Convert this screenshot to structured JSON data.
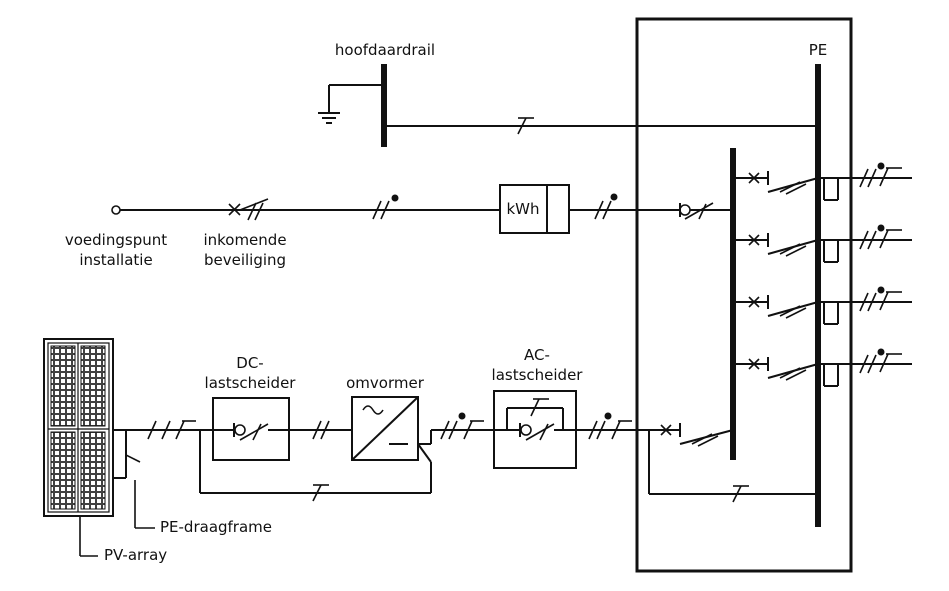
{
  "labels": {
    "hoofdaardrail": "hoofdaardrail",
    "pe": "PE",
    "voedingspunt": "voedingspunt",
    "installatie": "installatie",
    "inkomende": "inkomende",
    "beveiliging": "beveiliging",
    "kwh": "kWh",
    "dc_line1": "DC-",
    "dc_line2": "lastscheider",
    "omvormer": "omvormer",
    "ac_line1": "AC-",
    "ac_line2": "lastscheider",
    "pe_draagframe": "PE-draagframe",
    "pv_array": "PV-array"
  },
  "colors": {
    "line": "#111111",
    "background": "#ffffff"
  }
}
